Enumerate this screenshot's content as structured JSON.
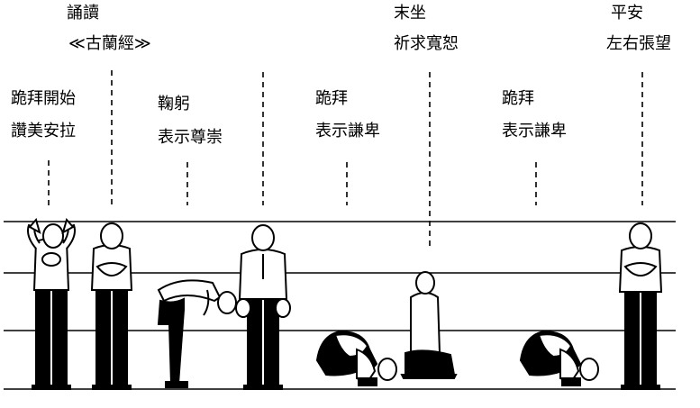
{
  "labels": {
    "recite_title": "誦讀",
    "recite_sub": "≪古蘭經≫",
    "sit_title": "末坐",
    "sit_sub": "祈求寬恕",
    "peace_title": "平安",
    "peace_sub": "左右張望",
    "start_title": "跪拜開始",
    "start_sub": "讚美安拉",
    "bow_title": "鞠躬",
    "bow_sub": "表示尊崇",
    "prost1_title": "跪拜",
    "prost1_sub": "表示謙卑",
    "prost2_title": "跪拜",
    "prost2_sub": "表示謙卑"
  },
  "colors": {
    "ink": "#000000",
    "paper": "#ffffff",
    "line": "#000000"
  }
}
